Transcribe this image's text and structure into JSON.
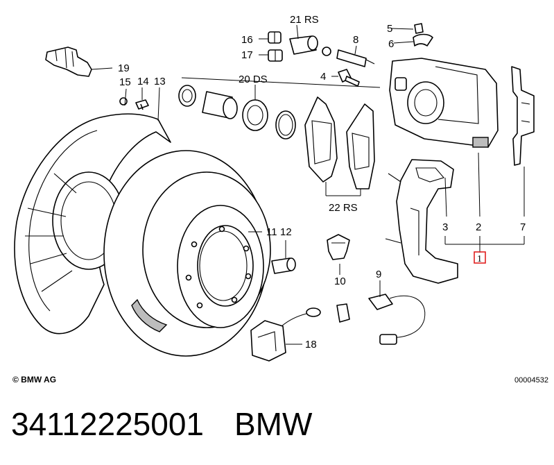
{
  "diagram": {
    "callouts": {
      "p1": "1",
      "p2": "2",
      "p3": "3",
      "p4": "4",
      "p5": "5",
      "p6": "6",
      "p7": "7",
      "p8": "8",
      "p9": "9",
      "p10": "10",
      "p11": "11",
      "p12": "12",
      "p13": "13",
      "p14": "14",
      "p15": "15",
      "p16": "16",
      "p17": "17",
      "p18": "18",
      "p19": "19",
      "p20": "20 DS",
      "p21": "21 RS",
      "p22": "22 RS"
    },
    "highlighted_callout": "1",
    "highlight_color": "#e02020"
  },
  "footer": {
    "copyright": "© BMW AG",
    "catalog_number": "00004532"
  },
  "caption": {
    "part_number": "34112225001",
    "brand": "BMW"
  }
}
